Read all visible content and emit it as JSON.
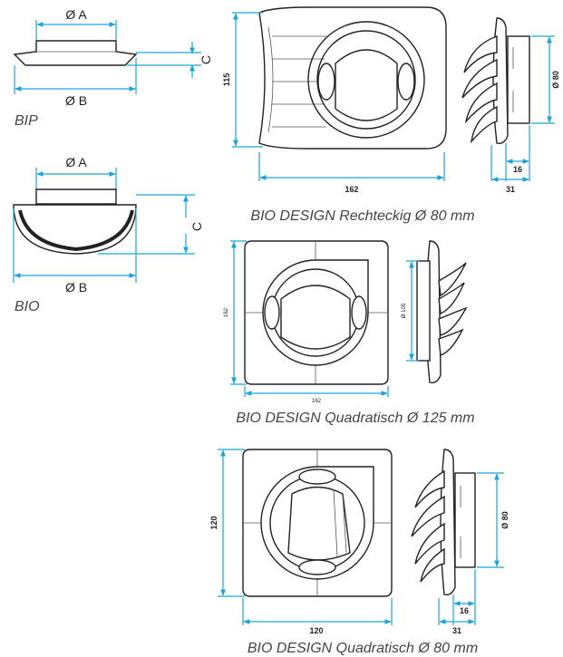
{
  "bip": {
    "label_a": "Ø A",
    "label_b": "Ø B",
    "label_c": "C",
    "caption": "BIP"
  },
  "bio": {
    "label_a": "Ø A",
    "label_b": "Ø B",
    "label_c": "C",
    "caption": "BIO"
  },
  "rechteckig": {
    "caption": "BIO DESIGN Rechteckig Ø 80 mm",
    "width_label": "162",
    "height_label": "115",
    "diameter_label": "Ø 80",
    "depth_outer_label": "31",
    "depth_inner_label": "16"
  },
  "quadratisch125": {
    "caption": "BIO DESIGN Quadratisch Ø 125 mm",
    "width_label": "162",
    "height_label": "162",
    "diameter_label": "Ø 105"
  },
  "quadratisch80": {
    "caption": "BIO DESIGN Quadratisch Ø 80 mm",
    "width_label": "120",
    "height_label": "120",
    "diameter_label": "Ø 80",
    "depth_outer_label": "31",
    "depth_inner_label": "16"
  }
}
